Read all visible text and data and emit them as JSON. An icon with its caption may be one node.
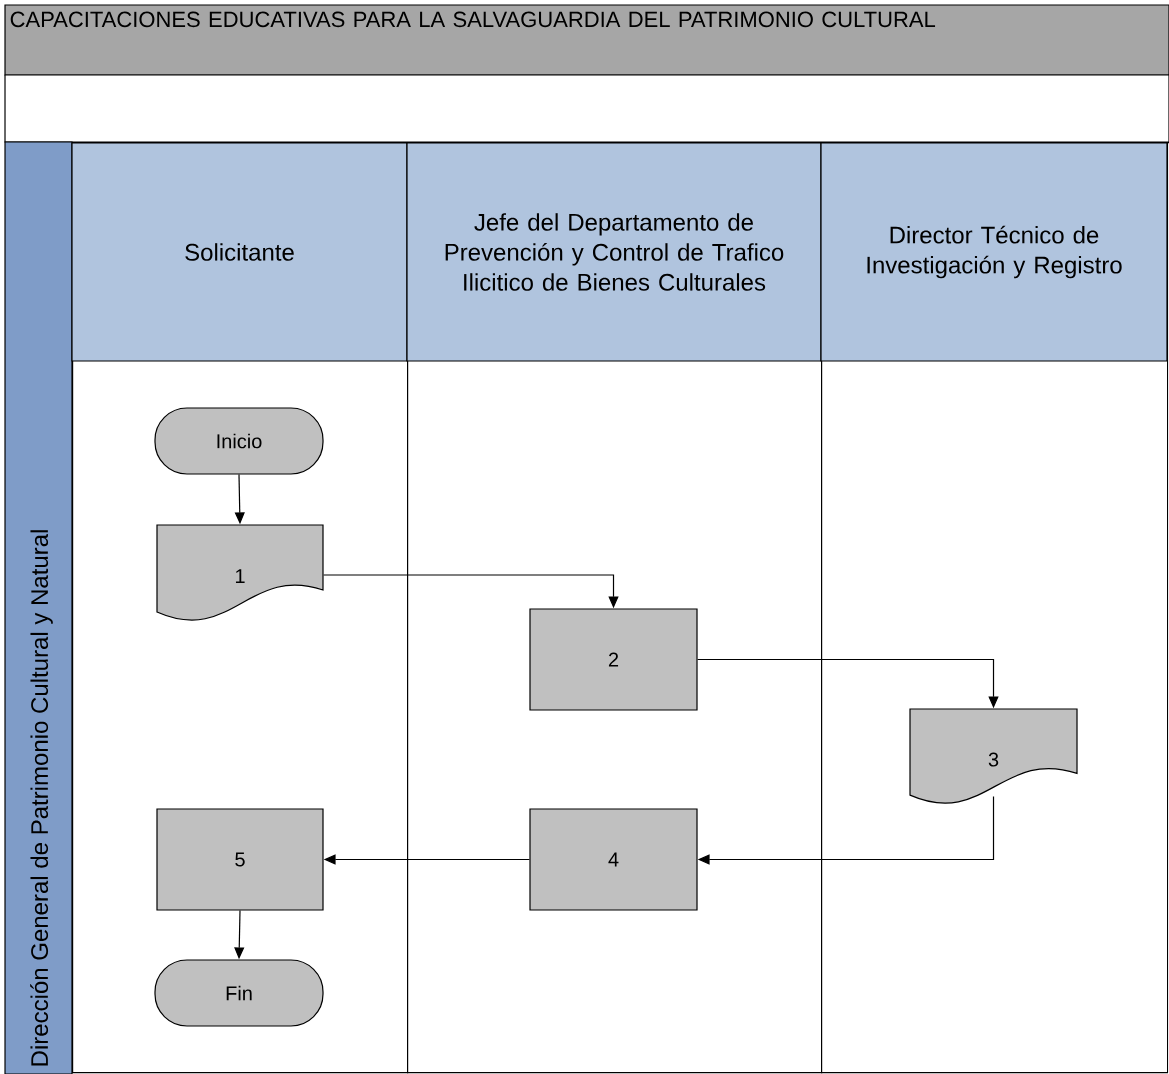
{
  "diagram": {
    "title": "CAPACITACIONES EDUCATIVAS PARA LA SALVAGUARDIA DEL PATRIMONIO CULTURAL",
    "nodes": [
      {
        "text": [
          "Dirección General de Patrimonio Cultural y Natural"
        ]
      },
      {
        "text": [
          "Solicitante"
        ],
        "in": 0
      },
      {
        "text": [
          "Jefe del Departamento de Prevención y Control de Trafico Ilicitico de Bienes Culturales"
        ],
        "in": 0
      },
      {
        "text": [
          "Director Técnico de Investigación y Registro"
        ],
        "in": 0
      },
      {
        "text": [
          "Inicio"
        ],
        "in": 1
      },
      {
        "text": [
          "1"
        ],
        "in": 1
      },
      {
        "text": [
          "2"
        ],
        "in": 2
      },
      {
        "text": [
          "3"
        ],
        "in": 3
      },
      {
        "text": [
          "4"
        ],
        "in": 2
      },
      {
        "text": [
          "5"
        ],
        "in": 1
      },
      {
        "text": [
          "Fin"
        ],
        "in": 1
      }
    ],
    "edges": [
      {
        "from": 4,
        "to": 5,
        "arrow": "to"
      },
      {
        "from": 5,
        "to": 6,
        "arrow": "to"
      },
      {
        "from": 6,
        "to": 7,
        "arrow": "to"
      },
      {
        "from": 7,
        "to": 8,
        "arrow": "to"
      },
      {
        "from": 8,
        "to": 9,
        "arrow": "to"
      },
      {
        "from": 9,
        "to": 10,
        "arrow": "to"
      }
    ]
  }
}
